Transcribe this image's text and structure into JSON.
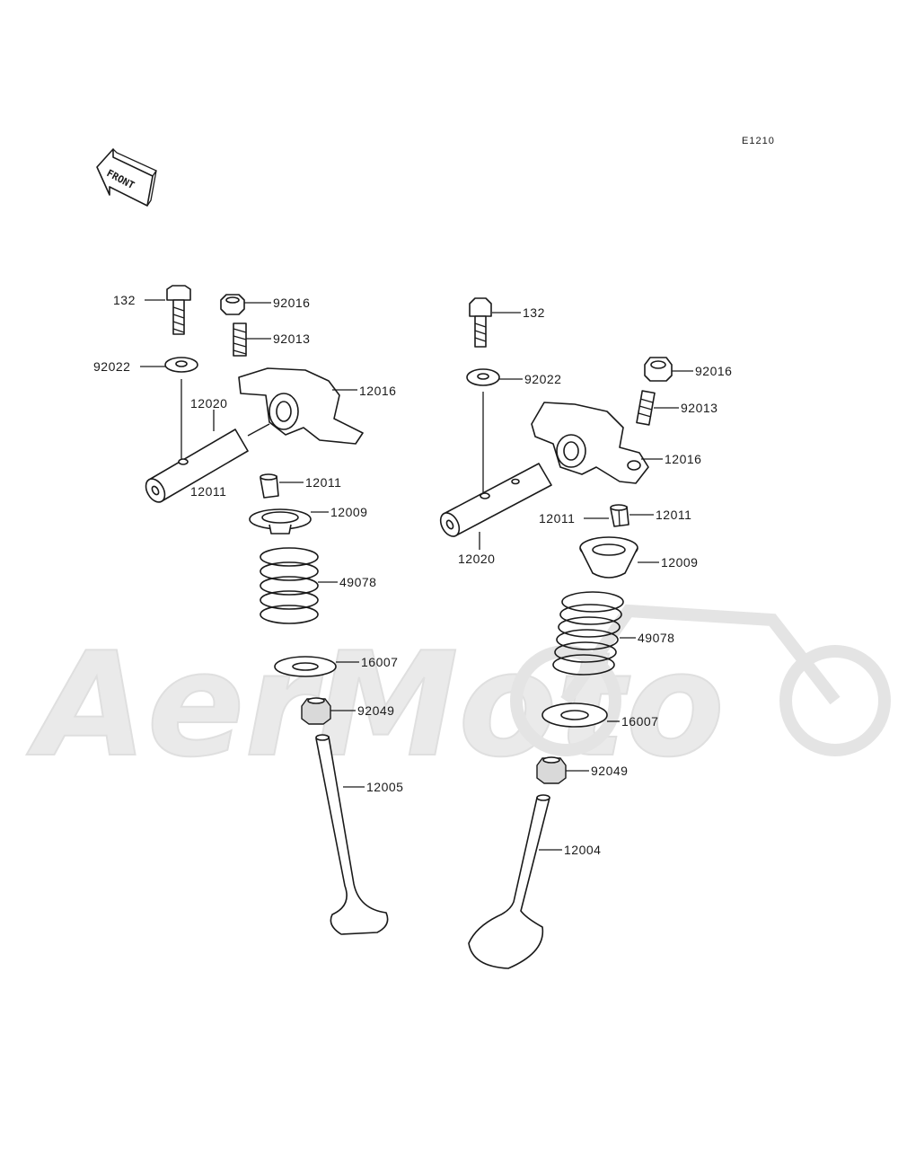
{
  "diagram_code": "E1210",
  "front_label": "FRONT",
  "watermark_text": "AerMoto",
  "colors": {
    "ink": "#1a1a1a",
    "watermark": "#e8e8e8",
    "background": "#ffffff"
  },
  "left_assembly": {
    "labels": {
      "bolt": "132",
      "nut": "92016",
      "adjust_screw": "92013",
      "washer": "92022",
      "rocker_arm": "12016",
      "rocker_shaft": "12020",
      "cotter_upper": "12011",
      "cotter_lower": "12011",
      "retainer": "12009",
      "spring": "49078",
      "spring_seat": "16007",
      "stem_seal": "92049",
      "valve": "12005"
    }
  },
  "right_assembly": {
    "labels": {
      "bolt": "132",
      "washer": "92022",
      "nut": "92016",
      "adjust_screw": "92013",
      "rocker_arm": "12016",
      "cotter_left": "12011",
      "cotter_right": "12011",
      "rocker_shaft": "12020",
      "retainer": "12009",
      "spring": "49078",
      "spring_seat": "16007",
      "stem_seal": "92049",
      "valve": "12004"
    }
  }
}
